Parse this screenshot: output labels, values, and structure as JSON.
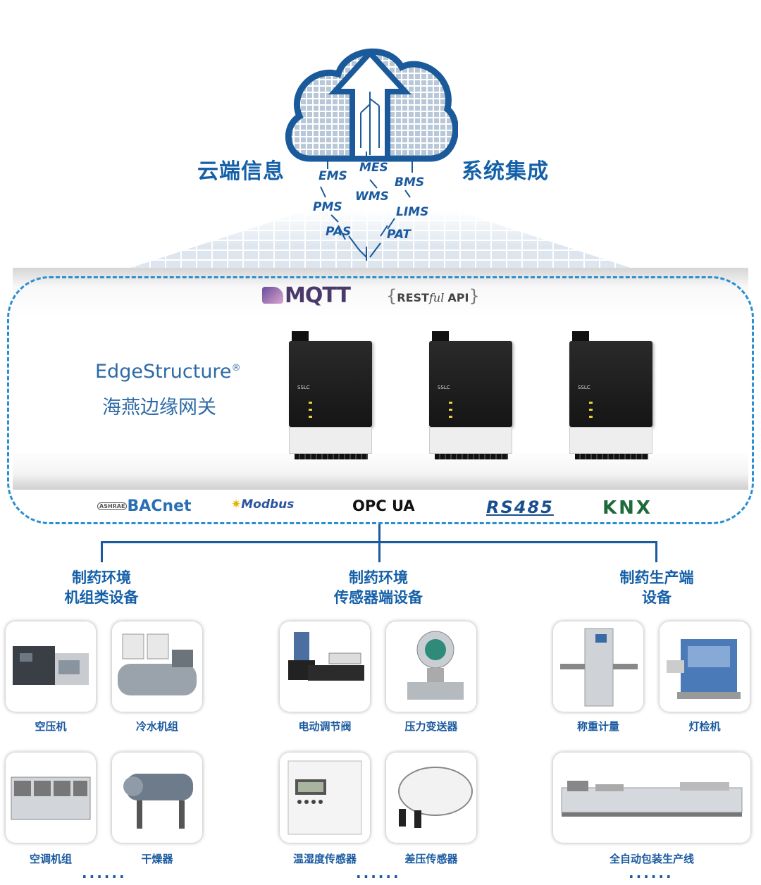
{
  "header": {
    "left_title": "云端信息",
    "right_title": "系统集成",
    "systems": [
      "MES",
      "EMS",
      "BMS",
      "WMS",
      "PMS",
      "LIMS",
      "PAS",
      "PAT"
    ]
  },
  "gateway": {
    "top_protocols": {
      "mqtt": "MQTT",
      "rest_open": "{",
      "rest_main": "REST",
      "rest_ful": "ful",
      "rest_api": "API",
      "rest_close": "}"
    },
    "title": "EdgeStructure",
    "registered": "®",
    "subtitle": "海燕边缘网关",
    "device_brand": "SSLC",
    "bottom_protocols": {
      "bacnet_badge": "ASHRAE",
      "bacnet": "BACnet",
      "modbus": "Modbus",
      "opc": "OPC",
      "opc_ua": "UA",
      "rs485": "RS485",
      "knx": "KNX"
    }
  },
  "categories": [
    {
      "line1": "制药环境",
      "line2": "机组类设备"
    },
    {
      "line1": "制药环境",
      "line2": "传感器端设备"
    },
    {
      "line1": "制药生产端",
      "line2": "设备"
    }
  ],
  "devices": [
    "空压机",
    "冷水机组",
    "电动调节阀",
    "压力变送器",
    "称重计量",
    "灯检机",
    "空调机组",
    "干燥器",
    "温湿度传感器",
    "差压传感器",
    "全自动包装生产线"
  ],
  "ellipsis": "······",
  "colors": {
    "primary": "#1a5aa0",
    "dashed_border": "#2a8fd0",
    "cloud": "#1a5a9a"
  }
}
